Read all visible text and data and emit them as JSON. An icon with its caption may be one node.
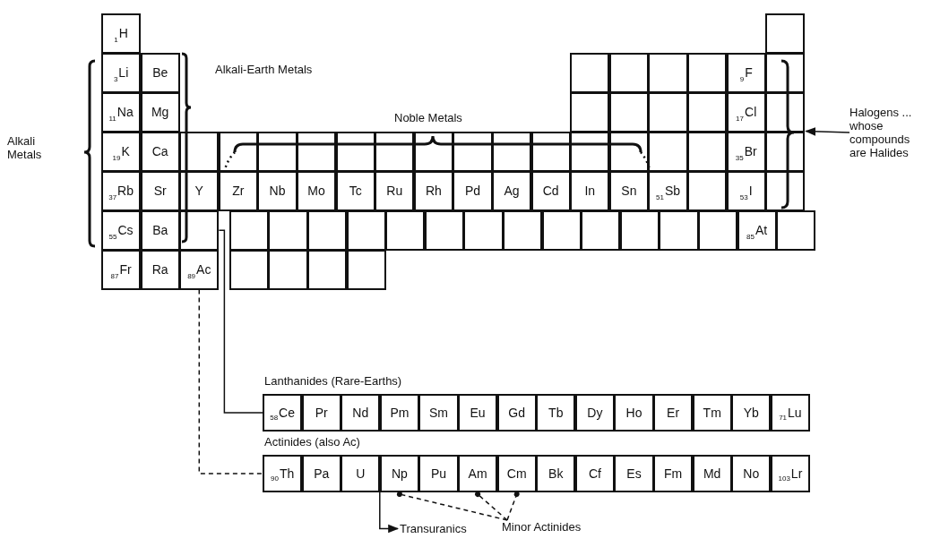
{
  "diagram": {
    "nodes": [
      {
        "text": [
          "1",
          "H"
        ]
      },
      {
        "text": [],
        "shape": "box"
      },
      {
        "text": [
          "3",
          "Li"
        ]
      },
      {
        "text": [
          "Be"
        ]
      },
      {
        "text": [],
        "shape": "box"
      },
      {
        "text": [],
        "shape": "box"
      },
      {
        "text": [],
        "shape": "box"
      },
      {
        "text": [],
        "shape": "box"
      },
      {
        "text": [
          "9",
          "F"
        ]
      },
      {
        "text": [],
        "shape": "box"
      },
      {
        "text": [
          "11",
          "Na"
        ]
      },
      {
        "text": [
          "Mg"
        ]
      },
      {
        "text": [],
        "shape": "box"
      },
      {
        "text": [],
        "shape": "box"
      },
      {
        "text": [],
        "shape": "box"
      },
      {
        "text": [],
        "shape": "box"
      },
      {
        "text": [
          "17",
          "Cl"
        ]
      },
      {
        "text": [],
        "shape": "box"
      },
      {
        "text": [
          "19",
          "K"
        ]
      },
      {
        "text": [
          "Ca"
        ]
      },
      {
        "text": [],
        "shape": "box"
      },
      {
        "text": [],
        "shape": "box"
      },
      {
        "text": [],
        "shape": "box"
      },
      {
        "text": [],
        "shape": "box"
      },
      {
        "text": [],
        "shape": "box"
      },
      {
        "text": [],
        "shape": "box"
      },
      {
        "text": [],
        "shape": "box"
      },
      {
        "text": [],
        "shape": "box"
      },
      {
        "text": [],
        "shape": "box"
      },
      {
        "text": [],
        "shape": "box"
      },
      {
        "text": [],
        "shape": "box"
      },
      {
        "text": [],
        "shape": "box"
      },
      {
        "text": [],
        "shape": "box"
      },
      {
        "text": [],
        "shape": "box"
      },
      {
        "text": [
          "35",
          "Br"
        ]
      },
      {
        "text": [],
        "shape": "box"
      },
      {
        "text": [
          "37",
          "Rb"
        ]
      },
      {
        "text": [
          "Sr"
        ]
      },
      {
        "text": [
          "Y"
        ]
      },
      {
        "text": [
          "Zr"
        ]
      },
      {
        "text": [
          "Nb"
        ]
      },
      {
        "text": [
          "Mo"
        ]
      },
      {
        "text": [
          "Tc"
        ]
      },
      {
        "text": [
          "Ru"
        ]
      },
      {
        "text": [
          "Rh"
        ]
      },
      {
        "text": [
          "Pd"
        ]
      },
      {
        "text": [
          "Ag"
        ]
      },
      {
        "text": [
          "Cd"
        ]
      },
      {
        "text": [
          "In"
        ]
      },
      {
        "text": [
          "Sn"
        ]
      },
      {
        "text": [
          "51",
          "Sb"
        ]
      },
      {
        "text": [],
        "shape": "box"
      },
      {
        "text": [
          "53",
          "I"
        ]
      },
      {
        "text": [],
        "shape": "box"
      },
      {
        "text": [
          "55",
          "Cs"
        ]
      },
      {
        "text": [
          "Ba"
        ]
      },
      {
        "text": [],
        "shape": "box"
      },
      {
        "text": [],
        "shape": "box"
      },
      {
        "text": [],
        "shape": "box"
      },
      {
        "text": [],
        "shape": "box"
      },
      {
        "text": [],
        "shape": "box"
      },
      {
        "text": [],
        "shape": "box"
      },
      {
        "text": [],
        "shape": "box"
      },
      {
        "text": [],
        "shape": "box"
      },
      {
        "text": [],
        "shape": "box"
      },
      {
        "text": [],
        "shape": "box"
      },
      {
        "text": [],
        "shape": "box"
      },
      {
        "text": [],
        "shape": "box"
      },
      {
        "text": [],
        "shape": "box"
      },
      {
        "text": [],
        "shape": "box"
      },
      {
        "text": [
          "85",
          "At"
        ]
      },
      {
        "text": [],
        "shape": "box"
      },
      {
        "text": [
          "87",
          "Fr"
        ]
      },
      {
        "text": [
          "Ra"
        ]
      },
      {
        "text": [
          "89",
          "Ac"
        ]
      },
      {
        "text": [],
        "shape": "box"
      },
      {
        "text": [],
        "shape": "box"
      },
      {
        "text": [],
        "shape": "box"
      },
      {
        "text": [],
        "shape": "box"
      },
      {
        "text": [
          "Halogens ... whose compounds are Halides"
        ]
      },
      {
        "text": [
          "Lanthanides (Rare-Earths)"
        ]
      },
      {
        "text": [
          "58",
          "Ce"
        ],
        "in": 80
      },
      {
        "text": [
          "Pr"
        ],
        "in": 80
      },
      {
        "text": [
          "Nd"
        ],
        "in": 80
      },
      {
        "text": [
          "Pm"
        ],
        "in": 80
      },
      {
        "text": [
          "Sm"
        ],
        "in": 80
      },
      {
        "text": [
          "Eu"
        ],
        "in": 80
      },
      {
        "text": [
          "Gd"
        ],
        "in": 80
      },
      {
        "text": [
          "Tb"
        ],
        "in": 80
      },
      {
        "text": [
          "Dy"
        ],
        "in": 80
      },
      {
        "text": [
          "Ho"
        ],
        "in": 80
      },
      {
        "text": [
          "Er"
        ],
        "in": 80
      },
      {
        "text": [
          "Tm"
        ],
        "in": 80
      },
      {
        "text": [
          "Yb"
        ],
        "in": 80
      },
      {
        "text": [
          "71",
          "Lu"
        ],
        "in": 80
      },
      {
        "text": [
          "Actinides (also Ac)"
        ]
      },
      {
        "text": [
          "90",
          "Th"
        ],
        "in": 95
      },
      {
        "text": [
          "Pa"
        ],
        "in": 95
      },
      {
        "text": [
          "U"
        ],
        "in": 95
      },
      {
        "text": [
          "Np"
        ],
        "in": 95
      },
      {
        "text": [
          "Pu"
        ],
        "in": 95
      },
      {
        "text": [
          "Am"
        ],
        "in": 95
      },
      {
        "text": [
          "Cm"
        ],
        "in": 95
      },
      {
        "text": [
          "Bk"
        ],
        "in": 95
      },
      {
        "text": [
          "Cf"
        ],
        "in": 95
      },
      {
        "text": [
          "Es"
        ],
        "in": 95
      },
      {
        "text": [
          "Fm"
        ],
        "in": 95
      },
      {
        "text": [
          "Md"
        ],
        "in": 95
      },
      {
        "text": [
          "No"
        ],
        "in": 95
      },
      {
        "text": [
          "103",
          "Lr"
        ],
        "in": 95
      },
      {
        "text": [
          "Transuranics"
        ]
      },
      {
        "text": [
          "Minor Actinides"
        ]
      }
    ],
    "edges": [
      {
        "from": 79,
        "to": 17,
        "arrow": "to"
      },
      {
        "from": 56,
        "to": 80,
        "arrow": "none"
      },
      {
        "from": 74,
        "to": 95,
        "arrow": "none",
        "style": "dashed"
      },
      {
        "from": 99,
        "to": 110,
        "arrow": "to"
      },
      {
        "from": 111,
        "to": 99,
        "arrow": "other",
        "style": "dashed"
      },
      {
        "from": 111,
        "to": 101,
        "arrow": "other",
        "style": "dashed"
      },
      {
        "from": 111,
        "to": 102,
        "arrow": "other",
        "style": "dashed"
      }
    ],
    "labels": [
      "Alkali Metals",
      "Alkali-Earth Metals",
      "Noble Metals"
    ]
  }
}
